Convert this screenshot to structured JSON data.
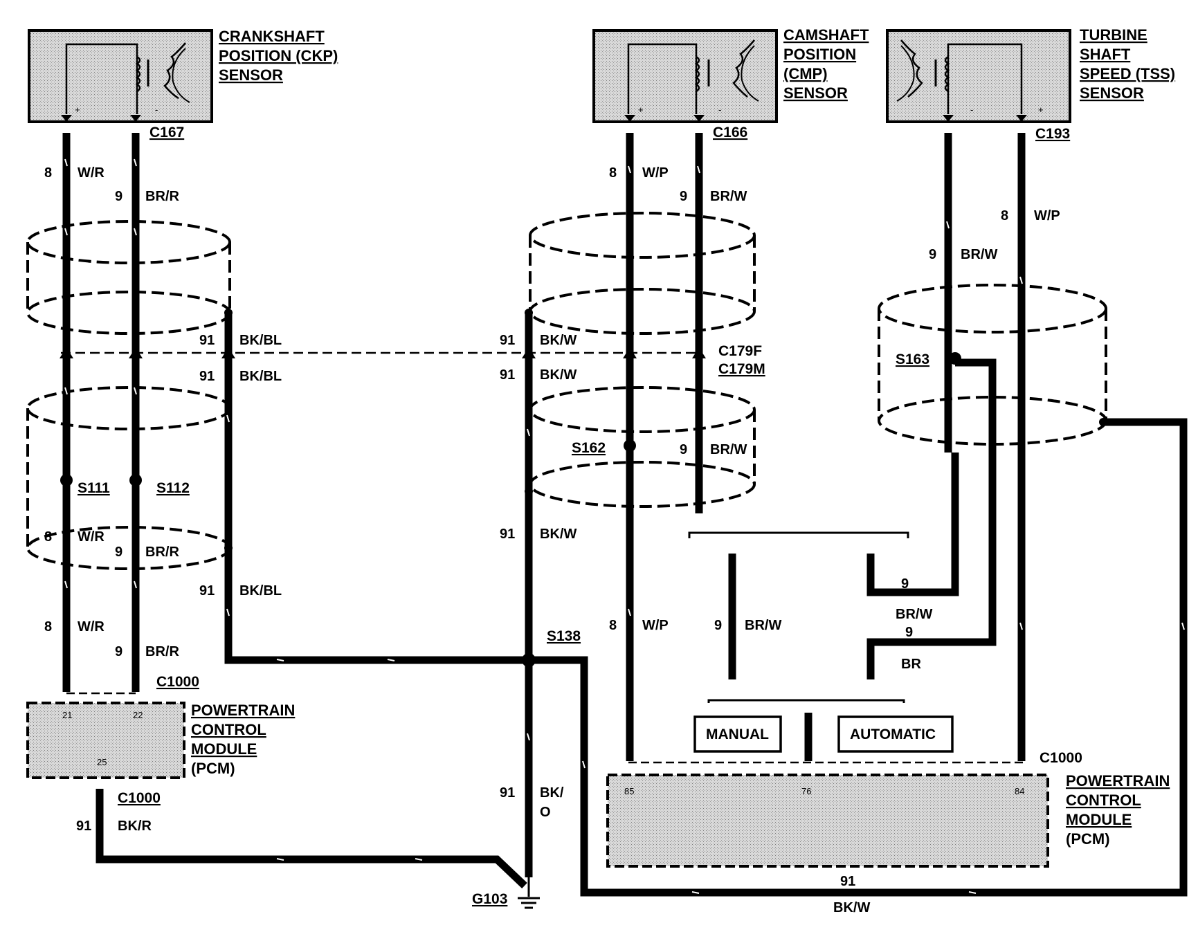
{
  "components": {
    "ckp": {
      "lines": [
        "CRANKSHAFT",
        "POSITION (CKP)",
        "SENSOR"
      ],
      "pin_plus": "+",
      "pin_minus": "-"
    },
    "cmp": {
      "lines": [
        "CAMSHAFT",
        "POSITION",
        "(CMP)",
        "SENSOR"
      ],
      "pin_plus": "+",
      "pin_minus": "-"
    },
    "tss": {
      "lines": [
        "TURBINE",
        "SHAFT",
        "SPEED (TSS)",
        "SENSOR"
      ],
      "pin_plus": "+",
      "pin_minus": "-"
    },
    "pcm_left": {
      "lines": [
        "POWERTRAIN",
        "CONTROL",
        "MODULE",
        "(PCM)"
      ],
      "pins": [
        "21",
        "22",
        "25"
      ]
    },
    "pcm_right": {
      "lines": [
        "POWERTRAIN",
        "CONTROL",
        "MODULE",
        "(PCM)"
      ],
      "pins": [
        "85",
        "76",
        "84"
      ]
    }
  },
  "connectors": {
    "c167": "C167",
    "c166": "C166",
    "c193": "C193",
    "c179f": "C179F",
    "c179m": "C179M",
    "c1000_left": "C1000",
    "c1000_bottom": "C1000",
    "c1000_right": "C1000"
  },
  "splices": {
    "s111": "S111",
    "s112": "S112",
    "s162": "S162",
    "s163": "S163",
    "s138": "S138"
  },
  "ground": {
    "g103": "G103"
  },
  "options": {
    "manual": "MANUAL",
    "automatic": "AUTOMATIC"
  },
  "wires": {
    "ckp_plus_top": {
      "circuit": "8",
      "color": "W/R"
    },
    "ckp_minus_top": {
      "circuit": "9",
      "color": "BR/R"
    },
    "ckp_plus_mid": {
      "circuit": "8",
      "color": "W/R"
    },
    "ckp_minus_mid": {
      "circuit": "9",
      "color": "BR/R"
    },
    "ckp_plus_bot": {
      "circuit": "8",
      "color": "W/R"
    },
    "ckp_minus_bot": {
      "circuit": "9",
      "color": "BR/R"
    },
    "shield_left_1": {
      "circuit": "91",
      "color": "BK/BL"
    },
    "shield_left_2": {
      "circuit": "91",
      "color": "BK/BL"
    },
    "shield_left_3": {
      "circuit": "91",
      "color": "BK/BL"
    },
    "shield_mid_1": {
      "circuit": "91",
      "color": "BK/W"
    },
    "shield_mid_2": {
      "circuit": "91",
      "color": "BK/W"
    },
    "shield_mid_3": {
      "circuit": "91",
      "color": "BK/W"
    },
    "ground_pcm": {
      "circuit": "91",
      "color": "BK/R"
    },
    "ground_g103": {
      "circuit": "91",
      "color_line1": "BK/",
      "color_line2": "O"
    },
    "shield_bottom": {
      "circuit": "91",
      "color": "BK/W"
    },
    "cmp_plus_top": {
      "circuit": "8",
      "color": "W/P"
    },
    "cmp_minus_top": {
      "circuit": "9",
      "color": "BR/W"
    },
    "cmp_minus_mid": {
      "circuit": "9",
      "color": "BR/W"
    },
    "cmp_plus_bot": {
      "circuit": "8",
      "color": "W/P"
    },
    "manual_brw": {
      "circuit": "9",
      "color": "BR/W"
    },
    "auto_9": {
      "circuit": "9"
    },
    "auto_brw": {
      "color": "BR/W"
    },
    "auto_9b": {
      "circuit": "9"
    },
    "auto_br": {
      "color": "BR"
    },
    "tss_plus": {
      "circuit": "8",
      "color": "W/P"
    },
    "tss_minus": {
      "circuit": "9",
      "color": "BR/W"
    }
  },
  "colors": {
    "ink": "#000000",
    "fill": "#cfcfcf"
  }
}
